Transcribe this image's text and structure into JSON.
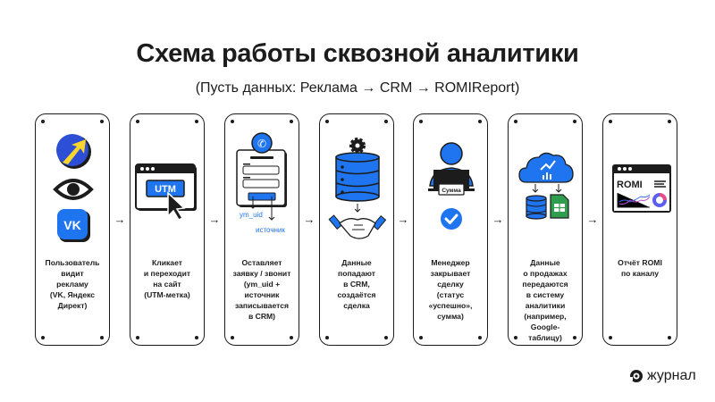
{
  "header": {
    "title": "Схема работы сквозной аналитики",
    "subtitle": "(Пусть данных: Реклама → CRM → ROMIReport)"
  },
  "colors": {
    "accent_blue": "#1f75f0",
    "yellow": "#fcd52d",
    "dark": "#1c1c1c",
    "sheets_green": "#2e9d4e"
  },
  "steps": [
    {
      "icon": "ad-platforms-icon",
      "label": "Пользователь\nвидит\nрекламу\n(VK, Яндекс\nДирект)"
    },
    {
      "icon": "utm-click-icon",
      "icon_text": "UTM",
      "label": "Кликает\nи переходит\nна сайт\n(UTM-метка)"
    },
    {
      "icon": "form-call-icon",
      "icon_text_1": "ym_uid",
      "icon_text_2": "источник",
      "label": "Оставляет\nзаявку / звонит\n(ym_uid +\nисточник\nзаписывается\nв CRM)"
    },
    {
      "icon": "crm-database-icon",
      "label": "Данные\nпопадают\nв CRM,\nсоздаётся\nсделка"
    },
    {
      "icon": "manager-deal-icon",
      "icon_text": "Сумма",
      "label": "Менеджер\nзакрывает\nсделку\n(статус\n«успешно»,\nсумма)"
    },
    {
      "icon": "cloud-analytics-icon",
      "label": "Данные\nо продажах\nпередаются\nв систему\nаналитики\n(например,\nGoogle-\nтаблицу)"
    },
    {
      "icon": "romi-report-icon",
      "icon_text": "ROMI",
      "label": "Отчёт ROMI\nпо каналу"
    }
  ],
  "arrow_glyph": "→",
  "brand": {
    "name": "журнал"
  }
}
